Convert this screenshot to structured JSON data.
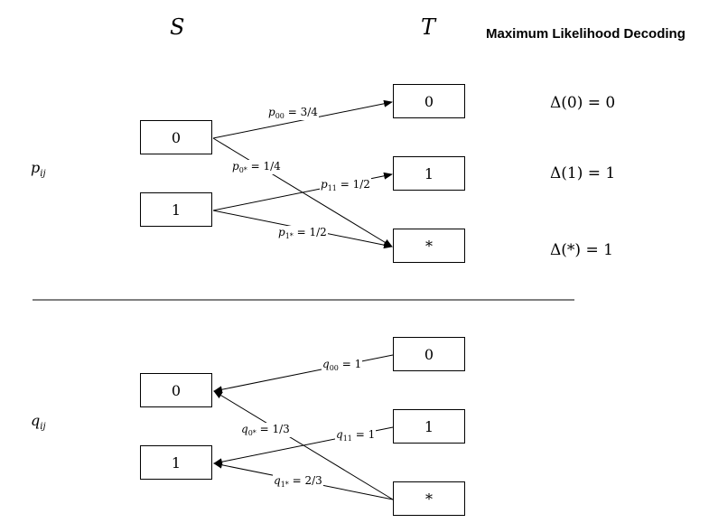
{
  "headers": {
    "source": "S",
    "target": "T"
  },
  "title": "Maximum Likelihood Decoding",
  "top": {
    "var_base": "p",
    "var_sub": "ij",
    "source_nodes": [
      "0",
      "1"
    ],
    "target_nodes": [
      "0",
      "1",
      "*"
    ],
    "edges": [
      {
        "sym": "p",
        "sub": "00",
        "val": "= 3/4"
      },
      {
        "sym": "p",
        "sub": "0*",
        "val": "= 1/4"
      },
      {
        "sym": "p",
        "sub": "11",
        "val": "= 1/2"
      },
      {
        "sym": "p",
        "sub": "1*",
        "val": "= 1/2"
      }
    ],
    "decisions": [
      "Δ(0) = 0",
      "Δ(1) = 1",
      "Δ(*) = 1"
    ]
  },
  "bottom": {
    "var_base": "q",
    "var_sub": "ij",
    "source_nodes": [
      "0",
      "1"
    ],
    "target_nodes": [
      "0",
      "1",
      "*"
    ],
    "edges": [
      {
        "sym": "q",
        "sub": "00",
        "val": "= 1"
      },
      {
        "sym": "q",
        "sub": "0*",
        "val": "= 1/3"
      },
      {
        "sym": "q",
        "sub": "11",
        "val": "= 1"
      },
      {
        "sym": "q",
        "sub": "1*",
        "val": "= 2/3"
      }
    ]
  }
}
